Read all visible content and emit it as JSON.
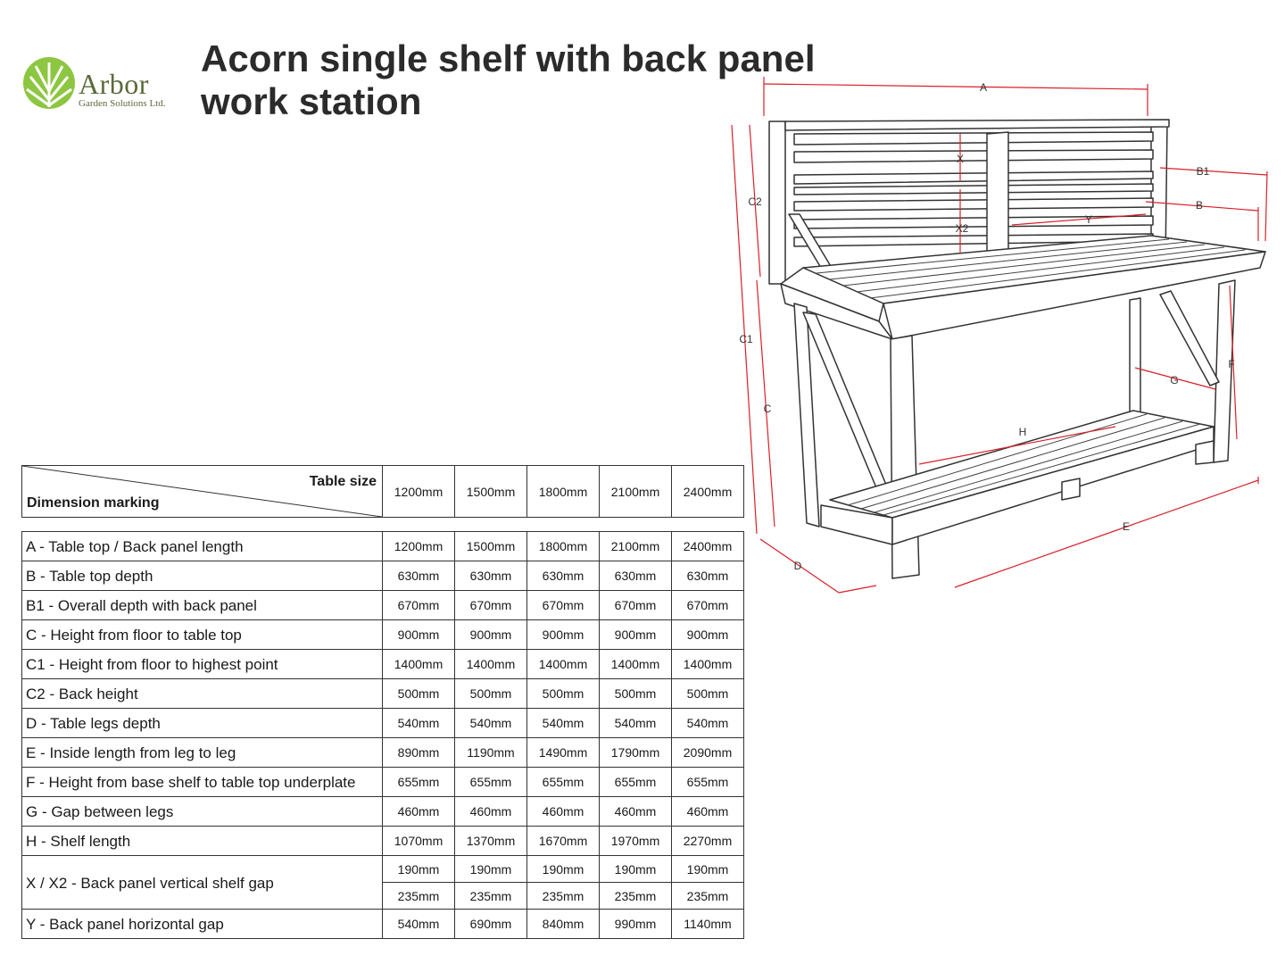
{
  "logo": {
    "icon": "leaf-icon",
    "name": "Arbor",
    "subtitle": "Garden Solutions Ltd.",
    "color": "#7db53a"
  },
  "title": "Acorn single shelf with back panel work station",
  "table": {
    "header_table_size": "Table size",
    "header_dimension_marking": "Dimension marking",
    "sizes": [
      "1200mm",
      "1500mm",
      "1800mm",
      "2100mm",
      "2400mm"
    ],
    "rows": [
      {
        "label": "A - Table top / Back panel length",
        "values": [
          "1200mm",
          "1500mm",
          "1800mm",
          "2100mm",
          "2400mm"
        ]
      },
      {
        "label": "B - Table top depth",
        "values": [
          "630mm",
          "630mm",
          "630mm",
          "630mm",
          "630mm"
        ]
      },
      {
        "label": "B1 - Overall depth with back panel",
        "values": [
          "670mm",
          "670mm",
          "670mm",
          "670mm",
          "670mm"
        ]
      },
      {
        "label": "C - Height from floor to table top",
        "values": [
          "900mm",
          "900mm",
          "900mm",
          "900mm",
          "900mm"
        ]
      },
      {
        "label": "C1 - Height from floor to highest point",
        "values": [
          "1400mm",
          "1400mm",
          "1400mm",
          "1400mm",
          "1400mm"
        ]
      },
      {
        "label": "C2 - Back height",
        "values": [
          "500mm",
          "500mm",
          "500mm",
          "500mm",
          "500mm"
        ]
      },
      {
        "label": "D - Table legs depth",
        "values": [
          "540mm",
          "540mm",
          "540mm",
          "540mm",
          "540mm"
        ]
      },
      {
        "label": "E - Inside length from leg to leg",
        "values": [
          "890mm",
          "1190mm",
          "1490mm",
          "1790mm",
          "2090mm"
        ]
      },
      {
        "label": "F - Height from base shelf to table top underplate",
        "values": [
          "655mm",
          "655mm",
          "655mm",
          "655mm",
          "655mm"
        ]
      },
      {
        "label": "G - Gap between legs",
        "values": [
          "460mm",
          "460mm",
          "460mm",
          "460mm",
          "460mm"
        ]
      },
      {
        "label": "H - Shelf length",
        "values": [
          "1070mm",
          "1370mm",
          "1670mm",
          "1970mm",
          "2270mm"
        ]
      }
    ],
    "x_row": {
      "label": "X / X2 - Back panel vertical shelf gap",
      "x_values": [
        "190mm",
        "190mm",
        "190mm",
        "190mm",
        "190mm"
      ],
      "x2_values": [
        "235mm",
        "235mm",
        "235mm",
        "235mm",
        "235mm"
      ]
    },
    "y_row": {
      "label": "Y - Back panel horizontal gap",
      "values": [
        "540mm",
        "690mm",
        "840mm",
        "990mm",
        "1140mm"
      ]
    }
  },
  "drawing": {
    "dimension_color": "#d9202a",
    "labels": {
      "A": "A",
      "B": "B",
      "B1": "B1",
      "C": "C",
      "C1": "C1",
      "C2": "C2",
      "D": "D",
      "E": "E",
      "F": "F",
      "G": "G",
      "H": "H",
      "X": "X",
      "X2": "X2",
      "Y": "Y"
    }
  }
}
